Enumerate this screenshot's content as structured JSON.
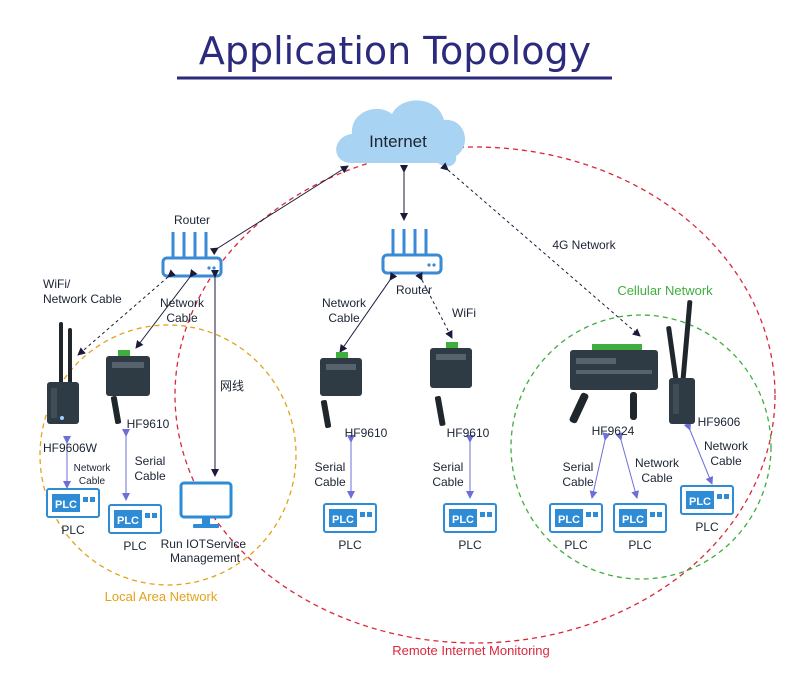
{
  "title": "Application Topology",
  "colors": {
    "title": "#2b2a7c",
    "cloud": "#a9d3f2",
    "router": "#3a8ad4",
    "plc": "#2e8bd6",
    "lan": "#e3a21a",
    "remote": "#d9283c",
    "cellular": "#3fae3f",
    "device_body": "#2e3a44",
    "arrow": "#1a1a3a",
    "wire": "#6d6fd8"
  },
  "cloud_label": "Internet",
  "routers": {
    "left": "Router",
    "center": "Router"
  },
  "links": {
    "wifi_network_cable": "WiFi/\nNetwork Cable",
    "network_cable_left": "Network\nCable",
    "wangxian": "网线",
    "network_cable_center": "Network\nCable",
    "wifi_center": "WiFi",
    "four_g": "4G Network",
    "serial_cable": "Serial\nCable",
    "network_cable_small": "Network\nCable"
  },
  "devices": {
    "hf9606w": "HF9606W",
    "hf9610_a": "HF9610",
    "hf9610_b": "HF9610",
    "hf9610_c": "HF9610",
    "hf9624": "HF9624",
    "hf9606": "HF9606",
    "pc": "Run IOTService\nManagement"
  },
  "plc_label": "PLC",
  "plc_icon_text": "PLC",
  "regions": {
    "lan": "Local Area Network",
    "remote": "Remote Internet Monitoring",
    "cellular": "Cellular Network"
  }
}
